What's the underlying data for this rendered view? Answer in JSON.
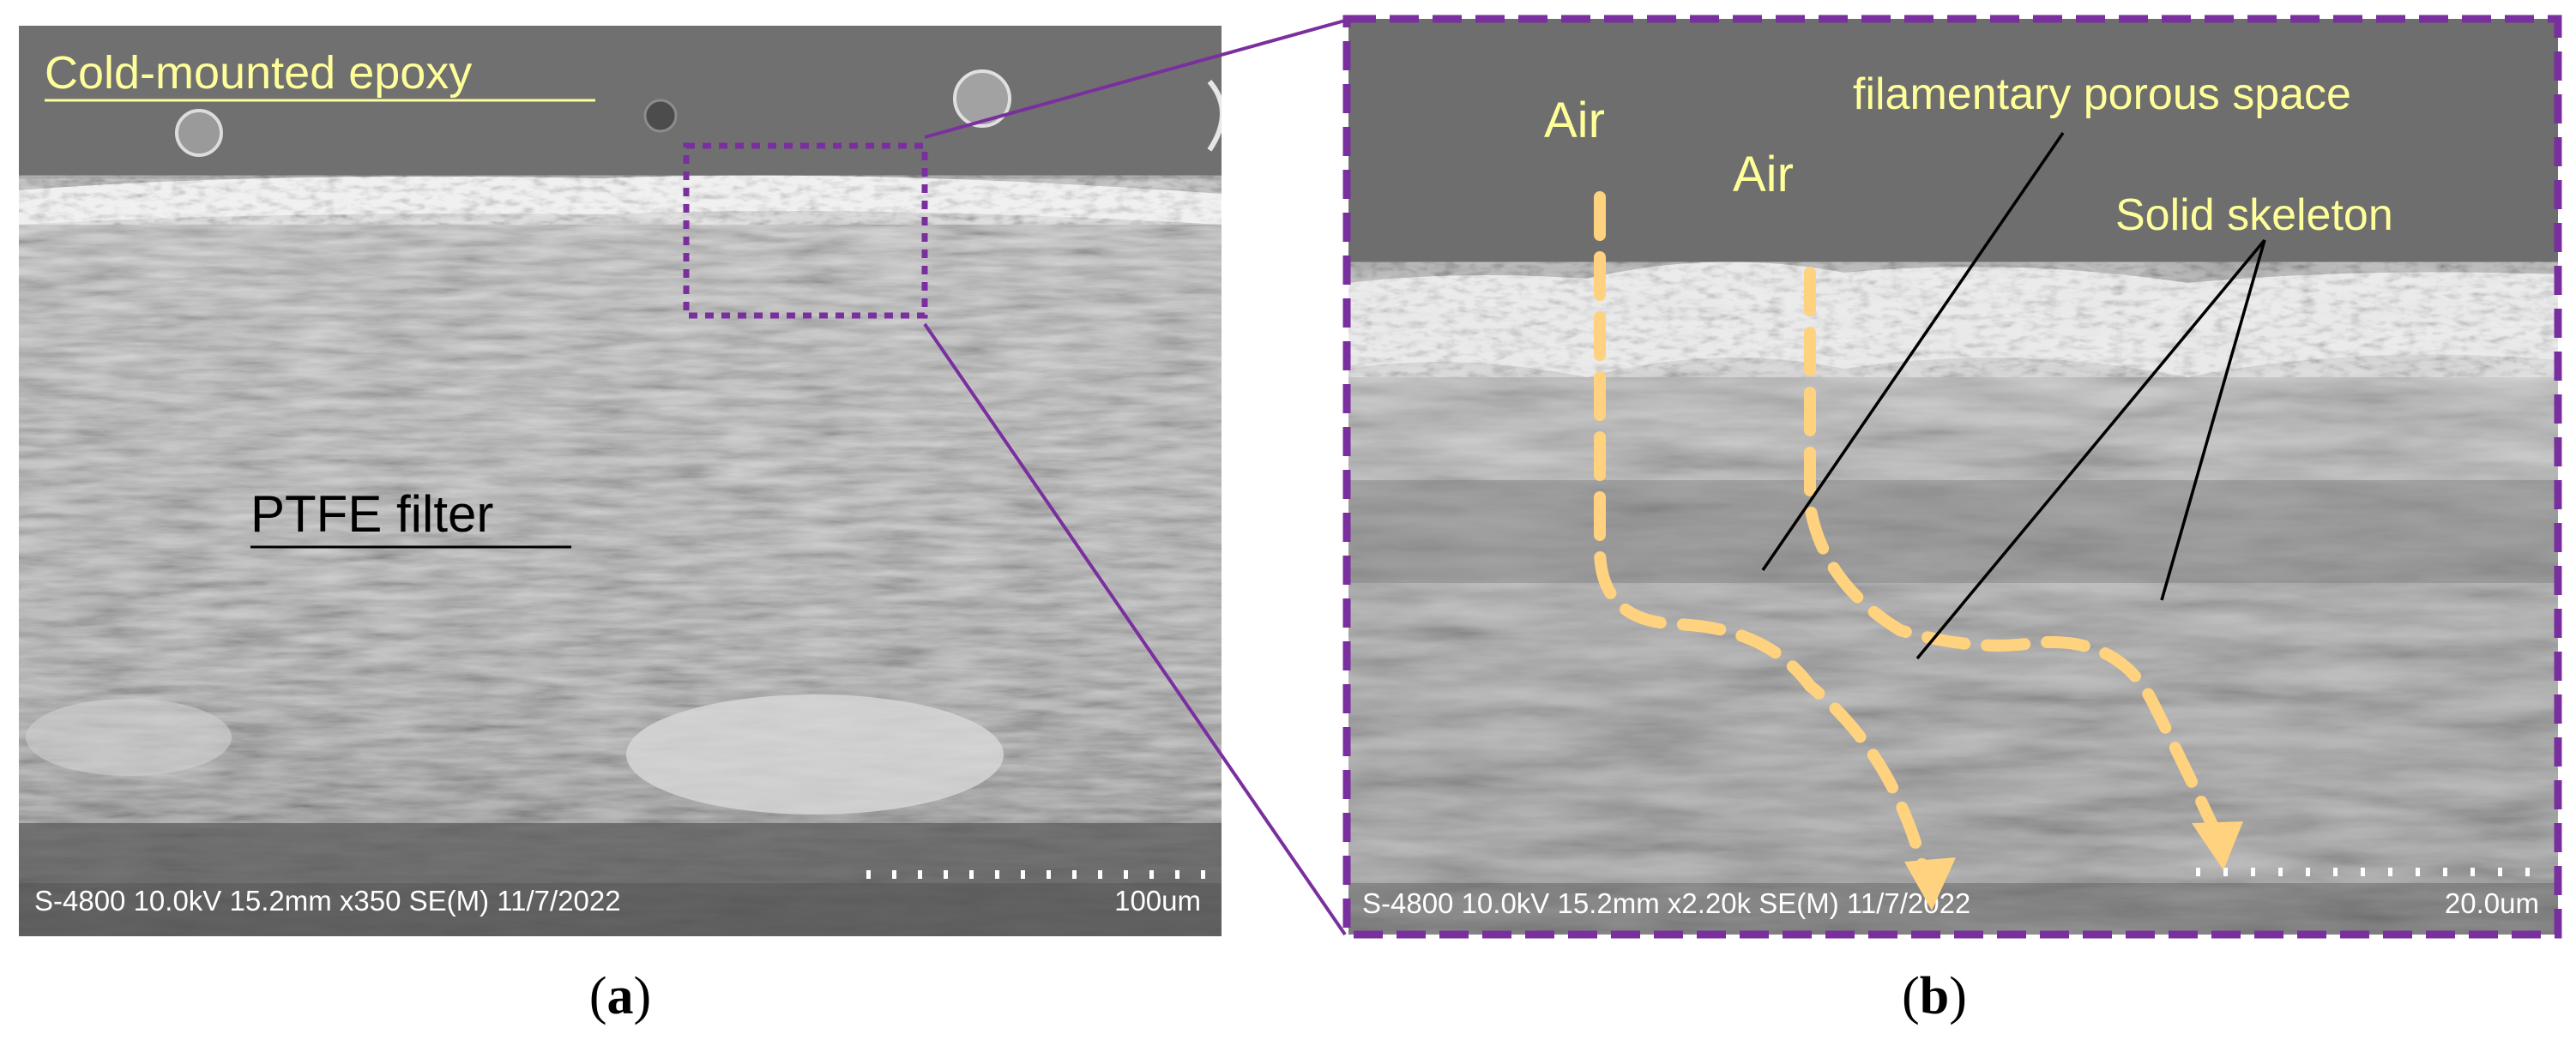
{
  "panel_a": {
    "label_open": "(",
    "label_letter": "a",
    "label_close": ")",
    "annotations": {
      "epoxy": "Cold-mounted epoxy",
      "filter": "PTFE filter"
    },
    "info_bar": {
      "meta": "S-4800 10.0kV 15.2mm x350 SE(M) 11/7/2022",
      "scale": "100um"
    }
  },
  "panel_b": {
    "label_open": "(",
    "label_letter": "b",
    "label_close": ")",
    "annotations": {
      "air_1": "Air",
      "air_2": "Air",
      "porous": "filamentary porous space",
      "skeleton": "Solid skeleton"
    },
    "info_bar": {
      "meta": "S-4800 10.0kV 15.2mm x2.20k SE(M) 11/7/2022",
      "scale": "20.0um"
    }
  },
  "colors": {
    "annotation_yellow": "#ffff99",
    "arrow_yellow": "#ffd27f",
    "zoom_purple": "#7a2f9e",
    "epoxy_gray": "#6e6e6e",
    "leader_black": "#000000"
  }
}
